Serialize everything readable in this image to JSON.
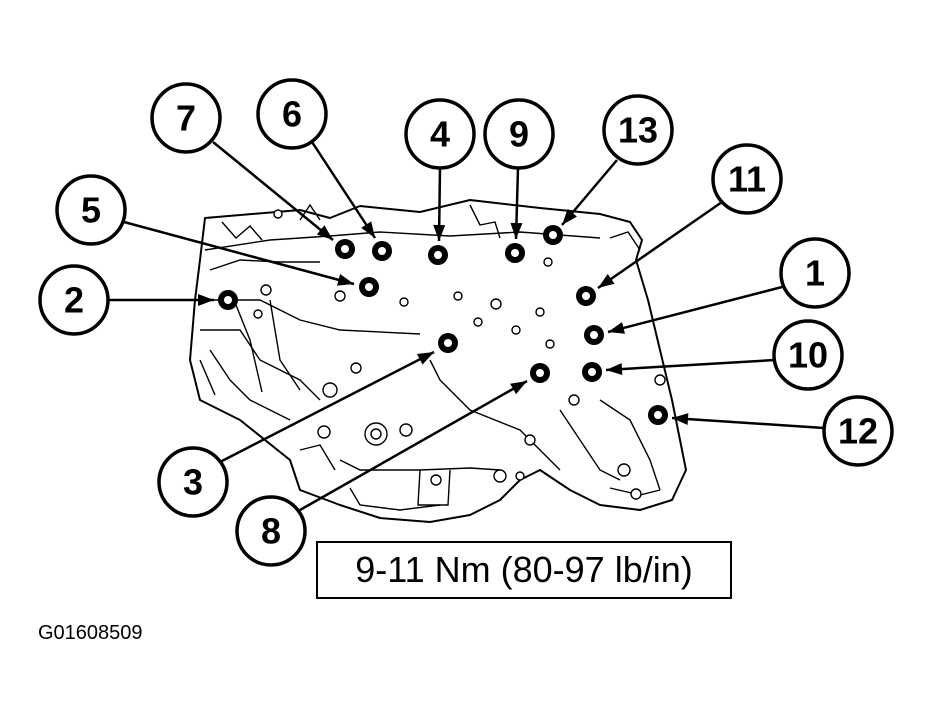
{
  "figure_id": "G01608509",
  "torque_spec": "9-11 Nm (80-97 lb/in)",
  "callouts": [
    {
      "number": "1",
      "label": "1"
    },
    {
      "number": "2",
      "label": "2"
    },
    {
      "number": "3",
      "label": "3"
    },
    {
      "number": "4",
      "label": "4"
    },
    {
      "number": "5",
      "label": "5"
    },
    {
      "number": "6",
      "label": "6"
    },
    {
      "number": "7",
      "label": "7"
    },
    {
      "number": "8",
      "label": "8"
    },
    {
      "number": "9",
      "label": "9"
    },
    {
      "number": "10",
      "label": "10"
    },
    {
      "number": "11",
      "label": "11"
    },
    {
      "number": "12",
      "label": "12"
    },
    {
      "number": "13",
      "label": "13"
    }
  ]
}
